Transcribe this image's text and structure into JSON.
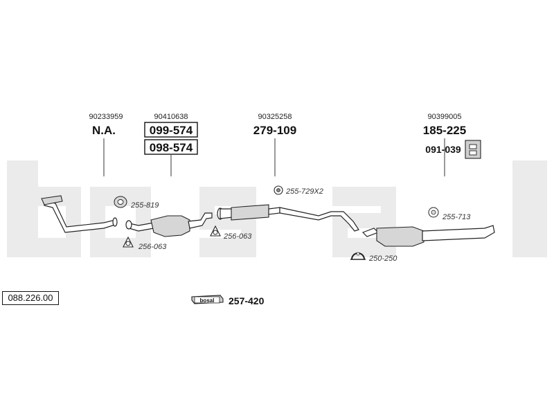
{
  "watermark": "bosal",
  "reference_number": "088.226.00",
  "groups": [
    {
      "oem": "90233959",
      "codes": [
        "N.A."
      ]
    },
    {
      "oem": "90410638",
      "codes": [
        "099-574",
        "098-574"
      ]
    },
    {
      "oem": "90325258",
      "codes": [
        "279-109"
      ]
    },
    {
      "oem": "90399005",
      "codes": [
        "185-225"
      ],
      "sub_code": "091-039"
    }
  ],
  "fittings": {
    "ring_255_819": "255-819",
    "gasket_256_063_a": "256-063",
    "gasket_256_063_b": "256-063",
    "clamp_255_729": "255-729X2",
    "ring_255_713": "255-713",
    "clamp_250_250": "250-250"
  },
  "kit": {
    "logo": "bosal",
    "code": "257-420"
  },
  "colors": {
    "watermark": "#ebebeb",
    "part_fill": "#d6d6d6",
    "line": "#222222"
  }
}
